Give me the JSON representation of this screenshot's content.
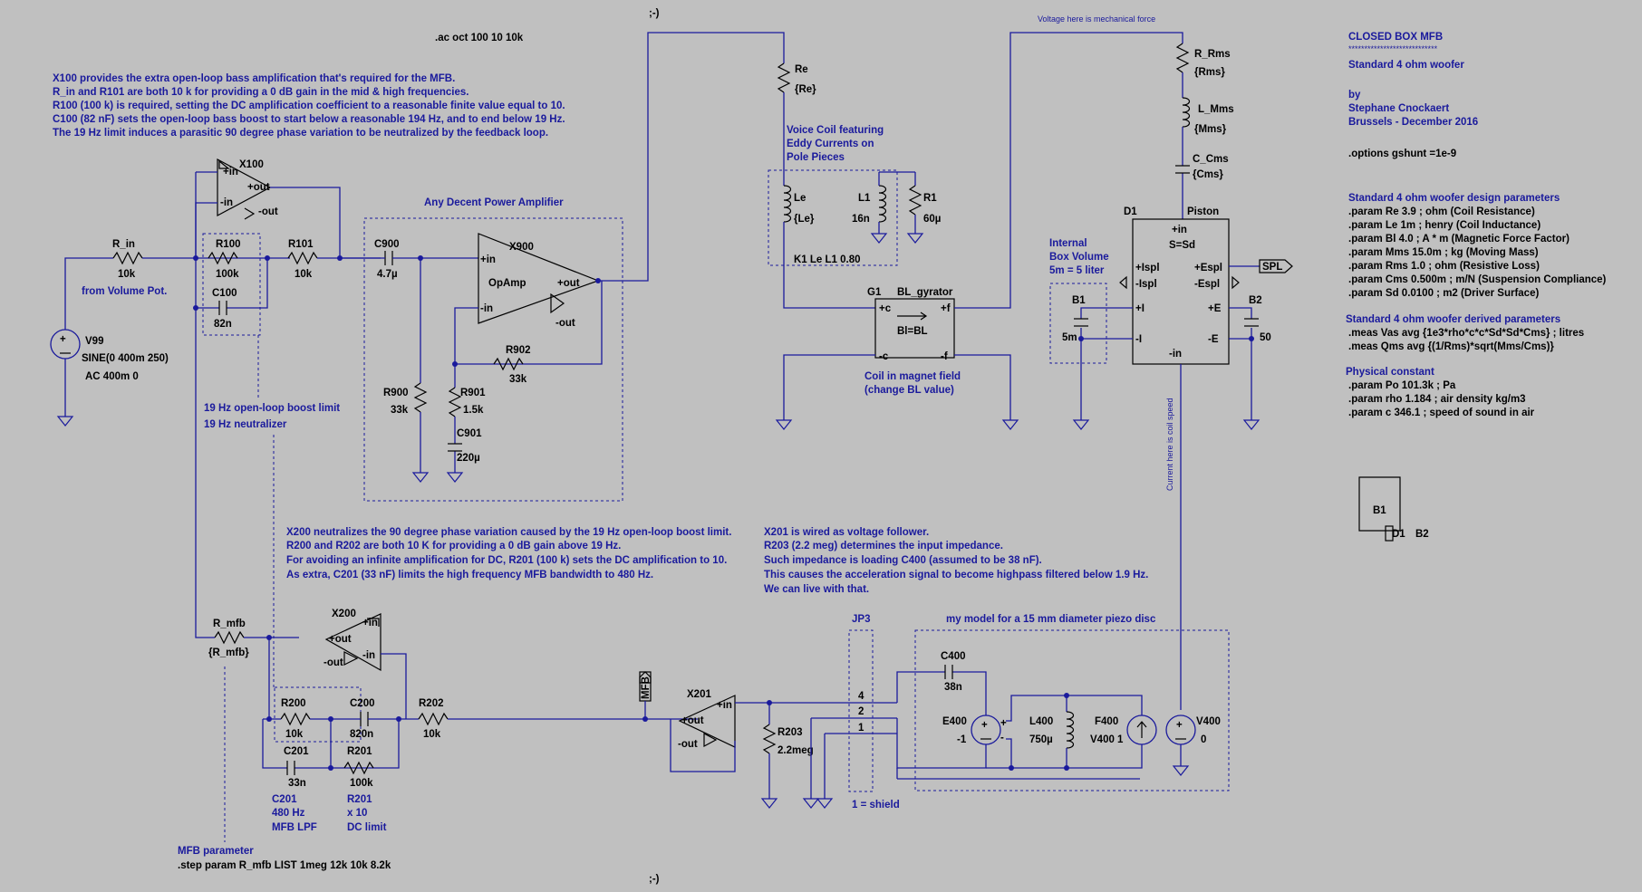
{
  "directives": {
    "ac": ".ac oct 100 10 10k",
    "smiley_top": ";-)",
    "smiley_bottom": ";-)",
    "options": ".options gshunt =1e-9",
    "step": ".step param R_mfb LIST 1meg 12k 10k 8.2k"
  },
  "notes": {
    "x100_lines": [
      "X100 provides the extra open-loop bass amplification that's required for the MFB.",
      "R_in and R101 are both 10 k for providing a 0 dB gain in the mid & high frequencies.",
      "R100 (100 k) is required, setting the DC amplification coefficient to a reasonable finite value equal to 10.",
      "C100 (82 nF) sets the open-loop bass boost to start below a reasonable 194 Hz, and to end below 19 Hz.",
      "The 19 Hz limit induces a parasitic 90 degree phase variation to be neutralized by the feedback loop."
    ],
    "x200_lines": [
      "X200 neutralizes the 90 degree phase variation caused by the 19 Hz open-loop boost limit.",
      "R200 and R202 are both 10 K for providing a 0 dB gain above 19 Hz.",
      "For avoiding an infinite amplification for DC, R201 (100 k) sets the DC amplification to 10.",
      "As extra, C201 (33 nF) limits the high frequency MFB bandwidth to 480 Hz."
    ],
    "x201_lines": [
      "X201 is wired as voltage follower.",
      "R203 (2.2 meg) determines the input impedance.",
      "Such impedance is loading C400 (assumed to be 38 nF).",
      "This causes the acceleration signal to become highpass filtered below 1.9 Hz.",
      "We can live with that."
    ],
    "voltage_mech": "Voltage here is mechanical force",
    "current_speed": "Current here is coil speed",
    "boost_limit": "19 Hz open-loop boost limit",
    "neutralizer": "19 Hz neutralizer",
    "from_volume": "from Volume Pot.",
    "power_amp": "Any Decent Power Amplifier",
    "voice_coil": [
      "Voice Coil featuring",
      "Eddy Currents on",
      "Pole Pieces"
    ],
    "coil_field": [
      "Coil in magnet field",
      "(change BL value)"
    ],
    "internal_box": [
      "Internal",
      "Box Volume",
      "5m = 5 liter"
    ],
    "piezo": "my model for a 15 mm diameter piezo disc",
    "shield": "1 = shield",
    "mfb_param": "MFB parameter",
    "c201_note": [
      "C201",
      "480 Hz",
      "MFB LPF"
    ],
    "r201_note": [
      "R201",
      "x 10",
      "DC limit"
    ]
  },
  "header": {
    "title": "CLOSED BOX MFB",
    "stars": "****************************",
    "subtitle": "Standard 4 ohm woofer",
    "by": "by",
    "author": "Stephane Cnockaert",
    "place": "Brussels - December 2016"
  },
  "params": {
    "design_title": "Standard 4 ohm woofer design parameters",
    "design": [
      ".param Re 3.9 ; ohm (Coil Resistance)",
      ".param Le 1m ; henry (Coil Inductance)",
      ".param Bl 4.0 ; A * m (Magnetic Force Factor)",
      ".param Mms 15.0m ; kg (Moving Mass)",
      ".param Rms 1.0 ; ohm (Resistive Loss)",
      ".param Cms 0.500m ; m/N (Suspension Compliance)",
      ".param Sd 0.0100 ; m2 (Driver Surface)"
    ],
    "derived_title": "Standard 4 ohm woofer derived parameters",
    "derived": [
      ".meas Vas avg {1e3*rho*c*c*Sd*Sd*Cms} ; litres",
      ".meas Qms avg {(1/Rms)*sqrt(Mms/Cms)}"
    ],
    "physical_title": "Physical constant",
    "physical": [
      ".param Po 101.3k ; Pa",
      ".param rho 1.184 ; air density kg/m3",
      ".param c 346.1 ; speed of sound in air"
    ]
  },
  "components": {
    "r_in": [
      "R_in",
      "10k"
    ],
    "v99": [
      "V99",
      "SINE(0 400m 250)",
      "AC 400m 0"
    ],
    "x100": "X100",
    "r100": [
      "R100",
      "100k"
    ],
    "c100": [
      "C100",
      "82n"
    ],
    "r101": [
      "R101",
      "10k"
    ],
    "c900": [
      "C900",
      "4.7µ"
    ],
    "x900": [
      "X900",
      "OpAmp"
    ],
    "r900": [
      "R900",
      "33k"
    ],
    "r901": [
      "R901",
      "1.5k"
    ],
    "c901": [
      "C901",
      "220µ"
    ],
    "r902": [
      "R902",
      "33k"
    ],
    "re": [
      "Re",
      "{Re}"
    ],
    "le": [
      "Le",
      "{Le}"
    ],
    "l1": [
      "L1",
      "16n"
    ],
    "r1": [
      "R1",
      "60µ"
    ],
    "k1": "K1 Le L1 0.80",
    "g1": [
      "G1",
      "BL_gyrator",
      "Bl=BL"
    ],
    "r_rms": [
      "R_Rms",
      "{Rms}"
    ],
    "l_mms": [
      "L_Mms",
      "{Mms}"
    ],
    "c_cms": [
      "C_Cms",
      "{Cms}"
    ],
    "d1": [
      "D1",
      "Piston",
      "S=Sd"
    ],
    "b1": [
      "B1",
      "5m"
    ],
    "b2": [
      "B2",
      "50"
    ],
    "spl": "SPL",
    "r_mfb": [
      "R_mfb",
      "{R_mfb}"
    ],
    "x200": "X200",
    "r200": [
      "R200",
      "10k"
    ],
    "c200": [
      "C200",
      "820n"
    ],
    "r202": [
      "R202",
      "10k"
    ],
    "c201": [
      "C201",
      "33n"
    ],
    "r201": [
      "R201",
      "100k"
    ],
    "mfb_flag": "MFB",
    "x201": "X201",
    "r203": [
      "R203",
      "2.2meg"
    ],
    "jp3": [
      "JP3",
      "4",
      "2",
      "1"
    ],
    "c400": [
      "C400",
      "38n"
    ],
    "e400": [
      "E400",
      "-1"
    ],
    "l400": [
      "L400",
      "750µ"
    ],
    "f400": [
      "F400",
      "V400 1"
    ],
    "v400": [
      "V400",
      "0"
    ],
    "symbol": [
      "B1",
      "D1",
      "B2"
    ]
  },
  "pins": {
    "in_plus": "+in",
    "in_minus": "-in",
    "out_plus": "+out",
    "out_minus": "-out",
    "plus_c": "+c",
    "minus_c": "-c",
    "plus_f": "+f",
    "minus_f": "-f",
    "plus_i": "+I",
    "minus_i": "-I",
    "plus_e": "+E",
    "minus_e": "-E",
    "plus_ispl": "+Ispl",
    "minus_ispl": "-Ispl",
    "plus_espl": "+Espl",
    "minus_espl": "-Espl"
  }
}
